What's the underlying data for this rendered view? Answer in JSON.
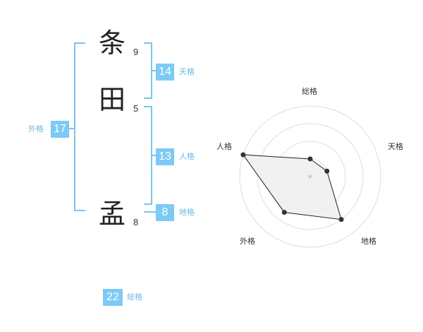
{
  "name": {
    "chars": [
      {
        "char": "条",
        "strokes": "9"
      },
      {
        "char": "田",
        "strokes": "5"
      },
      {
        "char": "孟",
        "strokes": "8"
      }
    ]
  },
  "grids": {
    "tenkaku": {
      "value": "14",
      "label": "天格"
    },
    "jinkaku": {
      "value": "13",
      "label": "人格"
    },
    "chikaku": {
      "value": "8",
      "label": "地格"
    },
    "gaikaku": {
      "value": "17",
      "label": "外格"
    },
    "soukaku": {
      "value": "22",
      "label": "総格"
    }
  },
  "chart_data": {
    "type": "radar",
    "axes": [
      "総格",
      "天格",
      "地格",
      "外格",
      "人格"
    ],
    "values": [
      1,
      1,
      3,
      2.5,
      4
    ],
    "rmax": 4,
    "rings": 4
  },
  "colors": {
    "accent": "#7ccaf5",
    "bracket": "#7cc4ee",
    "grid_ring": "#dddddd",
    "polygon_fill": "#efefef",
    "polygon_stroke": "#222222"
  }
}
